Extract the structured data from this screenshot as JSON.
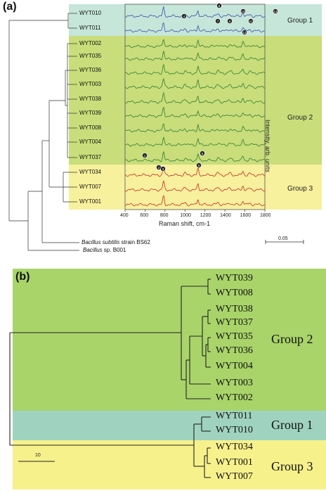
{
  "panel_a": {
    "tag": "(a)",
    "strains": [
      "WYT010",
      "WYT011",
      "WYT002",
      "WYT035",
      "WYT036",
      "WYT003",
      "WYT038",
      "WYT039",
      "WYT008",
      "WYT004",
      "WYT037",
      "WYT034",
      "WYT007",
      "WYT001"
    ],
    "groups": [
      "Group 1",
      "Group 2",
      "Group 3"
    ],
    "outgroups": [
      {
        "italic": "Bacillus subtilis",
        "rest": " strain BS62"
      },
      {
        "italic": "Bacillus",
        "rest": " sp. B001"
      }
    ],
    "x_axis": {
      "label": "Raman shift, cm-1",
      "ticks": [
        "400",
        "600",
        "800",
        "1000",
        "1200",
        "1400",
        "1600",
        "1800"
      ],
      "range": [
        400,
        1800
      ]
    },
    "y_axis_label": "Intensity, arb. units",
    "scale_bar": "0.05",
    "peak_markers": [
      "1",
      "2",
      "3",
      "4",
      "5",
      "6",
      "7",
      "8",
      "9",
      "10",
      "11",
      "12",
      "13"
    ],
    "colors": {
      "group1": "#c5e6d9",
      "group2": "#c9dd7a",
      "group3": "#f7f09c",
      "blue_trace": "#3a4fa8",
      "green_trace": "#2e7d32",
      "red_trace": "#c62828"
    }
  },
  "panel_b": {
    "tag": "(b)",
    "strains": [
      "WYT039",
      "WYT008",
      "WYT038",
      "WYT037",
      "WYT035",
      "WYT036",
      "WYT004",
      "WYT003",
      "WYT002",
      "WYT011",
      "WYT010",
      "WYT034",
      "WYT001",
      "WYT007"
    ],
    "groups": [
      "Group 2",
      "Group 1",
      "Group 3"
    ],
    "scale_bar": "10",
    "colors": {
      "group1": "#9fd3c0",
      "group2": "#a9d46a",
      "group3": "#f7f18c"
    }
  }
}
